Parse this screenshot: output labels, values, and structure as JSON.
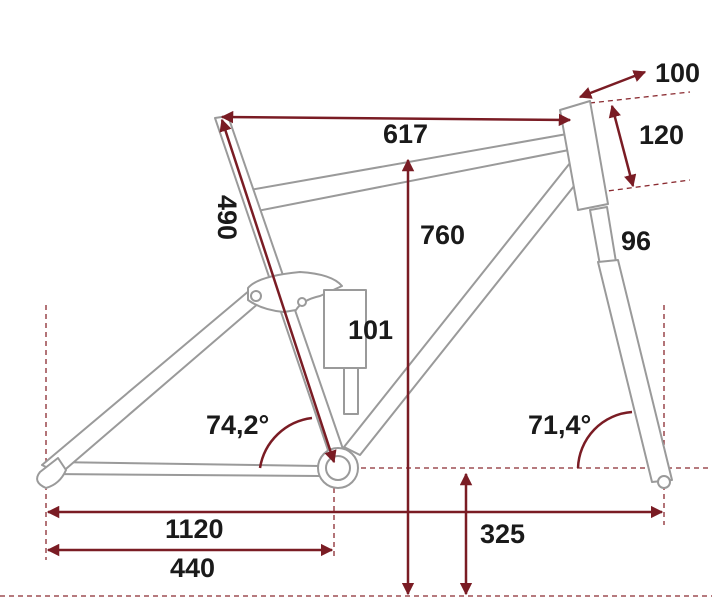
{
  "diagram": {
    "measurements": {
      "top_tube": "617",
      "seat_tube": "490",
      "stack": "760",
      "head_tube": "120",
      "stem": "100",
      "fork": "96",
      "shock": "101",
      "seat_angle": "74,2°",
      "head_angle": "71,4°",
      "wheelbase": "1120",
      "chainstay": "440",
      "bb_height": "325"
    },
    "colors": {
      "dimension": "#7a1c24",
      "frame": "#9a9a9a",
      "text": "#1a1a1a"
    }
  }
}
